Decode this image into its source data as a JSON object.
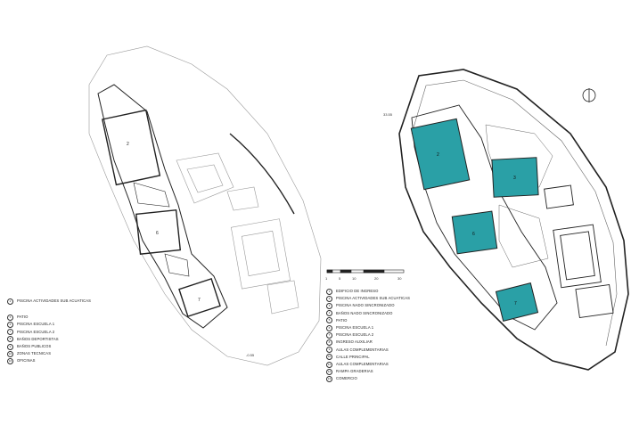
{
  "legend_left": [
    {
      "n": "2",
      "text": "PISCINA ACTIVIDADES SUB ACUATICAS"
    },
    {
      "n": "5",
      "text": "PATIO"
    },
    {
      "n": "6",
      "text": "PISCINA ESCUELA 1"
    },
    {
      "n": "7",
      "text": "PISCINA ESCUELA 2"
    },
    {
      "n": "8",
      "text": "BAÑOS DEPORTISTAS"
    },
    {
      "n": "9",
      "text": "BAÑOS PUBLICOS"
    },
    {
      "n": "10",
      "text": "ZONAS TECNICAS"
    },
    {
      "n": "16",
      "text": "OFICINAS"
    }
  ],
  "legend_right": [
    {
      "n": "1",
      "text": "EDIFICIO DE INGRESO"
    },
    {
      "n": "2",
      "text": "PISCINA ACTIVIDADES SUB ACUATICAS"
    },
    {
      "n": "3",
      "text": "PISCINA NADO SINCRONIZADO"
    },
    {
      "n": "4",
      "text": "BAÑOS NADO SINCRONIZADO"
    },
    {
      "n": "5",
      "text": "PATIO"
    },
    {
      "n": "6",
      "text": "PISCINA ESCUELA 1"
    },
    {
      "n": "7",
      "text": "PISCINA ESCUELA 2"
    },
    {
      "n": "8",
      "text": "INGRESO AUXILIAR"
    },
    {
      "n": "9",
      "text": "AULAS COMPLEMENTARIAS"
    },
    {
      "n": "10",
      "text": "CALLE PRINCIPAL"
    },
    {
      "n": "11",
      "text": "AULAS COMPLEMENTARIAS"
    },
    {
      "n": "12",
      "text": "RAMPA GRADERIAS"
    },
    {
      "n": "13",
      "text": "COMERCIO"
    }
  ],
  "scale_ticks": [
    "1",
    "5",
    "10",
    "20",
    "30"
  ],
  "levels": {
    "left_bottom": "-0.55",
    "right_top": "33.55"
  },
  "pool_labels": {
    "p2": "2",
    "p3": "3",
    "p6": "6",
    "p7": "7"
  },
  "colors": {
    "pool_fill": "#2aa0a6",
    "line": "#222222",
    "light_line": "#9a9a9a"
  }
}
